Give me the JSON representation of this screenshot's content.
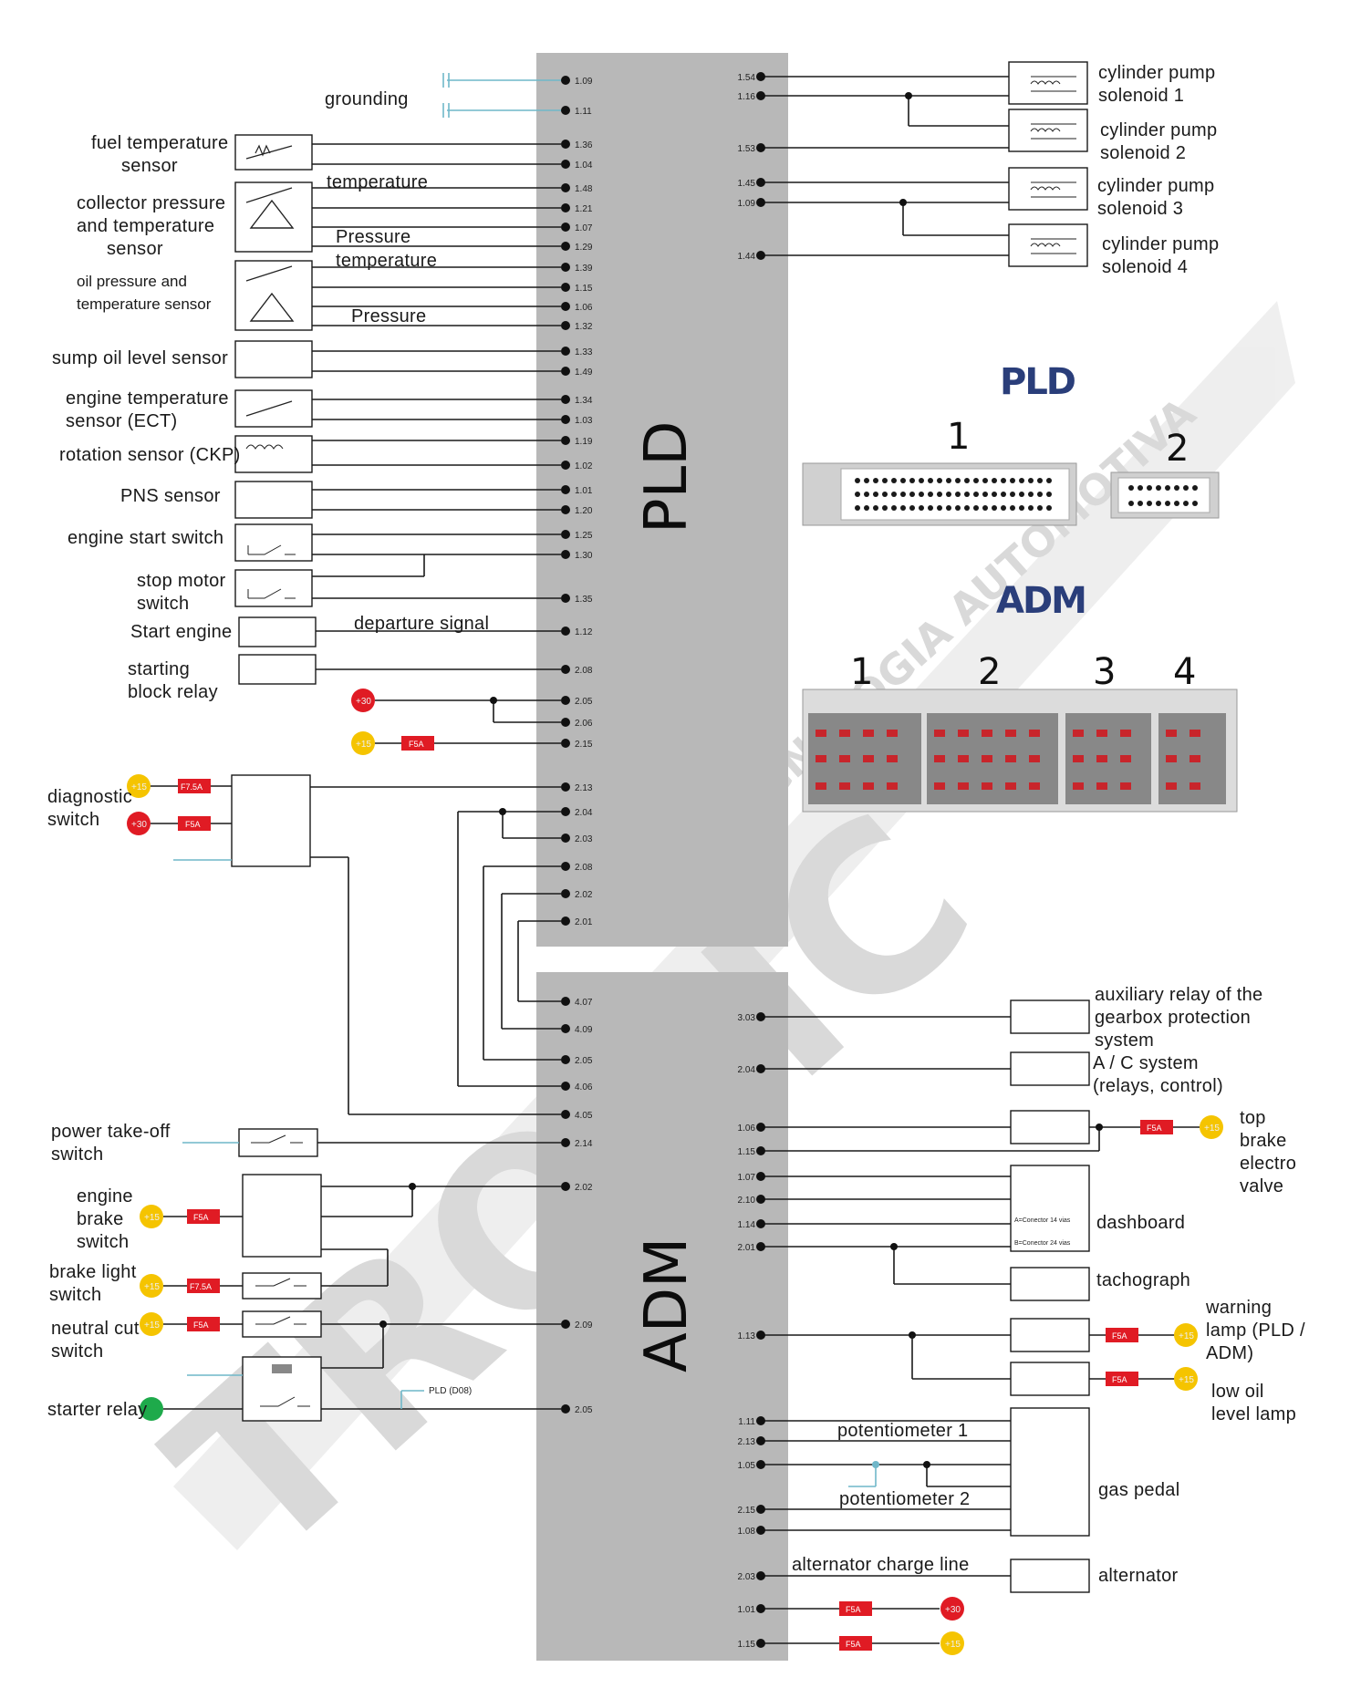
{
  "ecu": {
    "pld": "PLD",
    "adm": "ADM"
  },
  "watermark": {
    "main": "TRONIC",
    "sub": "TECNOLOGIA AUTOMOTIVA"
  },
  "connectors": {
    "pld_title": "PLD",
    "pld_numbers": [
      "1",
      "2"
    ],
    "adm_title": "ADM",
    "adm_numbers": [
      "1",
      "2",
      "3",
      "4"
    ]
  },
  "left_labels": {
    "grounding": "grounding",
    "fuel_temp": [
      "fuel temperature",
      "sensor"
    ],
    "temperature": "temperature",
    "collector": [
      "collector pressure",
      "and temperature",
      "sensor"
    ],
    "pressure": "Pressure",
    "temperature2": "temperature",
    "oil_pressure": [
      "oil pressure and",
      "temperature sensor"
    ],
    "pressure2": "Pressure",
    "sump": "sump oil level sensor",
    "engine_temp": [
      "engine temperature",
      "sensor (ECT)"
    ],
    "rotation": "rotation sensor (CKP)",
    "pns": "PNS sensor",
    "start_switch": "engine start switch",
    "stop_motor": [
      "stop motor",
      "switch"
    ],
    "start_engine": "Start engine",
    "departure": "departure signal",
    "starting_block": [
      "starting",
      "block relay"
    ],
    "diagnostic": [
      "diagnostic",
      "switch"
    ],
    "pto": [
      "power take-off",
      "switch"
    ],
    "engine_brake": [
      "engine",
      "brake",
      "switch"
    ],
    "brake_light": [
      "brake light",
      "switch"
    ],
    "neutral": [
      "neutral cut",
      "switch"
    ],
    "starter": "starter relay",
    "pld_d08": "PLD (D08)"
  },
  "right_labels": {
    "cyl1": [
      "cylinder pump",
      "solenoid 1"
    ],
    "cyl2": [
      "cylinder pump",
      "solenoid 2"
    ],
    "cyl3": [
      "cylinder pump",
      "solenoid 3"
    ],
    "cyl4": [
      "cylinder pump",
      "solenoid 4"
    ],
    "aux_relay": [
      "auxiliary relay of the",
      "gearbox protection",
      "system"
    ],
    "ac": [
      "A / C system",
      "(relays, control)"
    ],
    "top_brake": [
      "top",
      "brake",
      "electro",
      "valve"
    ],
    "dashboard": "dashboard",
    "tachograph": "tachograph",
    "warning": [
      "warning",
      "lamp (PLD /",
      "ADM)"
    ],
    "low_oil": [
      "low oil",
      "level lamp"
    ],
    "pot1": "potentiometer 1",
    "pot2": "potentiometer 2",
    "gas_pedal": "gas pedal",
    "alt_line": "alternator charge line",
    "alternator": "alternator",
    "conn14": "A=Conector 14 vias",
    "conn24": "B=Conector 24 vias"
  },
  "pld_left_pins": [
    "1.09",
    "1.11",
    "1.36",
    "1.04",
    "1.48",
    "1.21",
    "1.07",
    "1.29",
    "1.39",
    "1.15",
    "1.06",
    "1.32",
    "1.33",
    "1.49",
    "1.34",
    "1.03",
    "1.19",
    "1.02",
    "1.01",
    "1.20",
    "1.25",
    "1.30",
    "1.35",
    "1.12",
    "2.08",
    "2.05",
    "2.06",
    "2.15",
    "2.13",
    "2.04",
    "2.03",
    "2.08",
    "2.02",
    "2.01"
  ],
  "pld_right_pins": [
    "1.54",
    "1.16",
    "1.53",
    "1.45",
    "1.09",
    "1.44"
  ],
  "adm_left_pins": [
    "4.07",
    "4.09",
    "2.05",
    "4.06",
    "4.05",
    "2.14",
    "2.02",
    "2.09",
    "2.05"
  ],
  "adm_right_pins": [
    "3.03",
    "2.04",
    "1.06",
    "1.15",
    "1.07",
    "2.10",
    "1.14",
    "2.01",
    "1.13",
    "1.11",
    "2.13",
    "1.05",
    "2.15",
    "1.08",
    "2.03",
    "1.01",
    "1.15"
  ],
  "supplies": {
    "p30": "+30",
    "p15": "+15",
    "fuse_f5a": "F5A",
    "fuse_f75a": "F7.5A"
  }
}
